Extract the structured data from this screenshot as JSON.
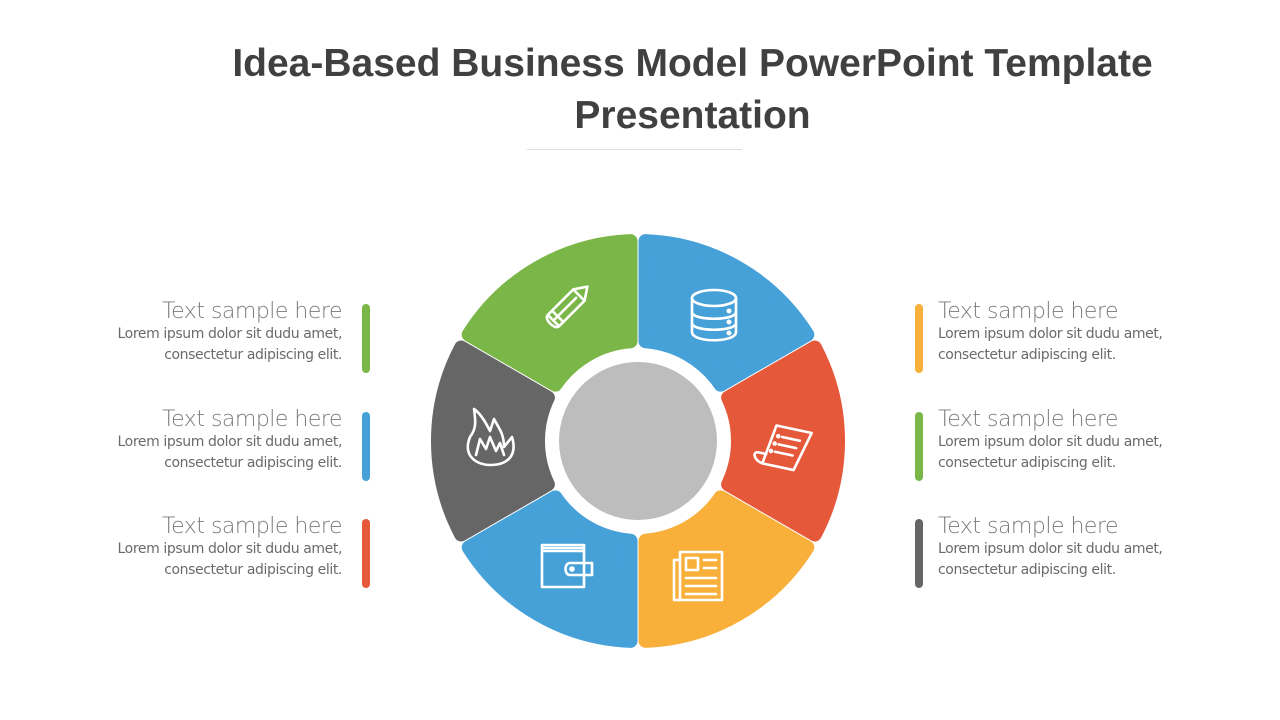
{
  "title": "Idea-Based Business Model PowerPoint Template Presentation",
  "segments": [
    {
      "name": "pencil",
      "icon": "pencil-icon",
      "color": "#7ab648"
    },
    {
      "name": "database",
      "icon": "database-icon",
      "color": "#46a1d9"
    },
    {
      "name": "receipt",
      "icon": "receipt-icon",
      "color": "#e5583a"
    },
    {
      "name": "newspaper",
      "icon": "newspaper-icon",
      "color": "#f8b03a"
    },
    {
      "name": "wallet",
      "icon": "wallet-icon",
      "color": "#46a1d9"
    },
    {
      "name": "fire",
      "icon": "fire-icon",
      "color": "#666666"
    }
  ],
  "center_color": "#bdbdbd",
  "left_items": [
    {
      "heading": "Text sample here",
      "body": "Lorem ipsum dolor sit dudu amet, consectetur adipiscing elit.",
      "color": "#7ab648"
    },
    {
      "heading": "Text sample here",
      "body": "Lorem ipsum dolor sit dudu amet, consectetur adipiscing elit.",
      "color": "#46a1d9"
    },
    {
      "heading": "Text sample here",
      "body": "Lorem ipsum dolor sit dudu amet, consectetur adipiscing elit.",
      "color": "#e5583a"
    }
  ],
  "right_items": [
    {
      "heading": "Text sample here",
      "body": "Lorem ipsum dolor sit dudu amet, consectetur adipiscing elit.",
      "color": "#f8b03a"
    },
    {
      "heading": "Text sample here",
      "body": "Lorem ipsum dolor sit dudu amet, consectetur adipiscing elit.",
      "color": "#7ab648"
    },
    {
      "heading": "Text sample here",
      "body": "Lorem ipsum dolor sit dudu amet, consectetur adipiscing elit.",
      "color": "#666666"
    }
  ]
}
